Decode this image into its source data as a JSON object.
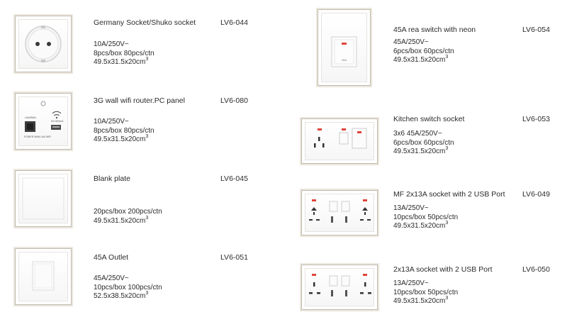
{
  "products": [
    {
      "name": "Germany Socket/Shuko socket",
      "code": "LV6-044",
      "rating": "10A/250V~",
      "packing": "8pcs/box 80pcs/ctn",
      "size": "49.5x31.5x20cm",
      "size_sup": "3"
    },
    {
      "name": "3G wall wifi router.PC panel",
      "code": "LV6-080",
      "rating": "10A/250V~",
      "packing": "8pcs/box 80pcs/ctn",
      "size": "49.5x31.5x20cm",
      "size_sup": "3",
      "panel_labels": {
        "lan": "LAN/WAN",
        "usb": "5V=500mA",
        "status": "POWER WAN LAN WiFi"
      }
    },
    {
      "name": "Blank plate",
      "code": "LV6-045",
      "rating": "",
      "packing": "20pcs/box 200pcs/ctn",
      "size": "49.5x31.5x20cm",
      "size_sup": "3"
    },
    {
      "name": "45A Outlet",
      "code": "LV6-051",
      "rating": "45A/250V~",
      "packing": "10pcs/box 100pcs/ctn",
      "size": "52.5x38.5x20cm",
      "size_sup": "3"
    },
    {
      "name": "45A rea switch with neon",
      "code": "LV6-054",
      "rating": "45A/250V~",
      "packing": "6pcs/box 60pcs/ctn",
      "size": "49.5x31.5x20cm",
      "size_sup": "3",
      "switch_label": "45A"
    },
    {
      "name": "Kitchen switch socket",
      "code": "LV6-053",
      "rating": "3x6 45A/250V~",
      "packing": "6pcs/box 60pcs/ctn",
      "size": "49.5x31.5x20cm",
      "size_sup": "3"
    },
    {
      "name": "MF 2x13A socket with 2 USB Port",
      "code": "LV6-049",
      "rating": "13A/250V~",
      "packing": "10pcs/box 50pcs/ctn",
      "size": "49.5x31.5x20cm",
      "size_sup": "3"
    },
    {
      "name": "2x13A socket with 2 USB Port",
      "code": "LV6-050",
      "rating": "13A/250V~",
      "packing": "10pcs/box 50pcs/ctn",
      "size": "49.5x31.5x20cm",
      "size_sup": "3"
    }
  ],
  "colors": {
    "neon": "#e0443a",
    "frame": "#bfbab0",
    "text": "#2a2a2a"
  }
}
